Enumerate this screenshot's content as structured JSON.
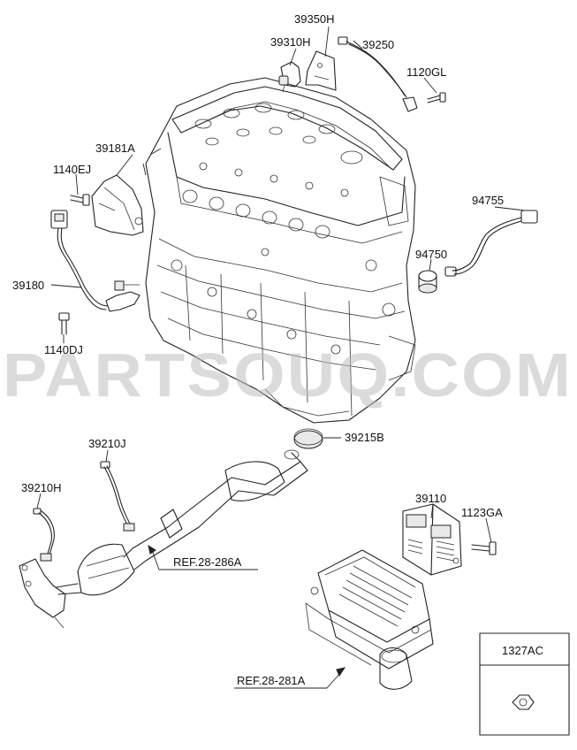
{
  "watermark": "PARTSOUQ.COM",
  "parts": [
    {
      "code": "39350H"
    },
    {
      "code": "39310H"
    },
    {
      "code": "39250"
    },
    {
      "code": "1120GL"
    },
    {
      "code": "39181A"
    },
    {
      "code": "1140EJ"
    },
    {
      "code": "94755"
    },
    {
      "code": "94750"
    },
    {
      "code": "39180"
    },
    {
      "code": "1140DJ"
    },
    {
      "code": "39215B"
    },
    {
      "code": "39210J"
    },
    {
      "code": "39210H"
    },
    {
      "code": "39110"
    },
    {
      "code": "1123GA"
    },
    {
      "code": "1327AC"
    }
  ],
  "references": [
    {
      "text": "REF.28-286A"
    },
    {
      "text": "REF.28-281A"
    }
  ]
}
